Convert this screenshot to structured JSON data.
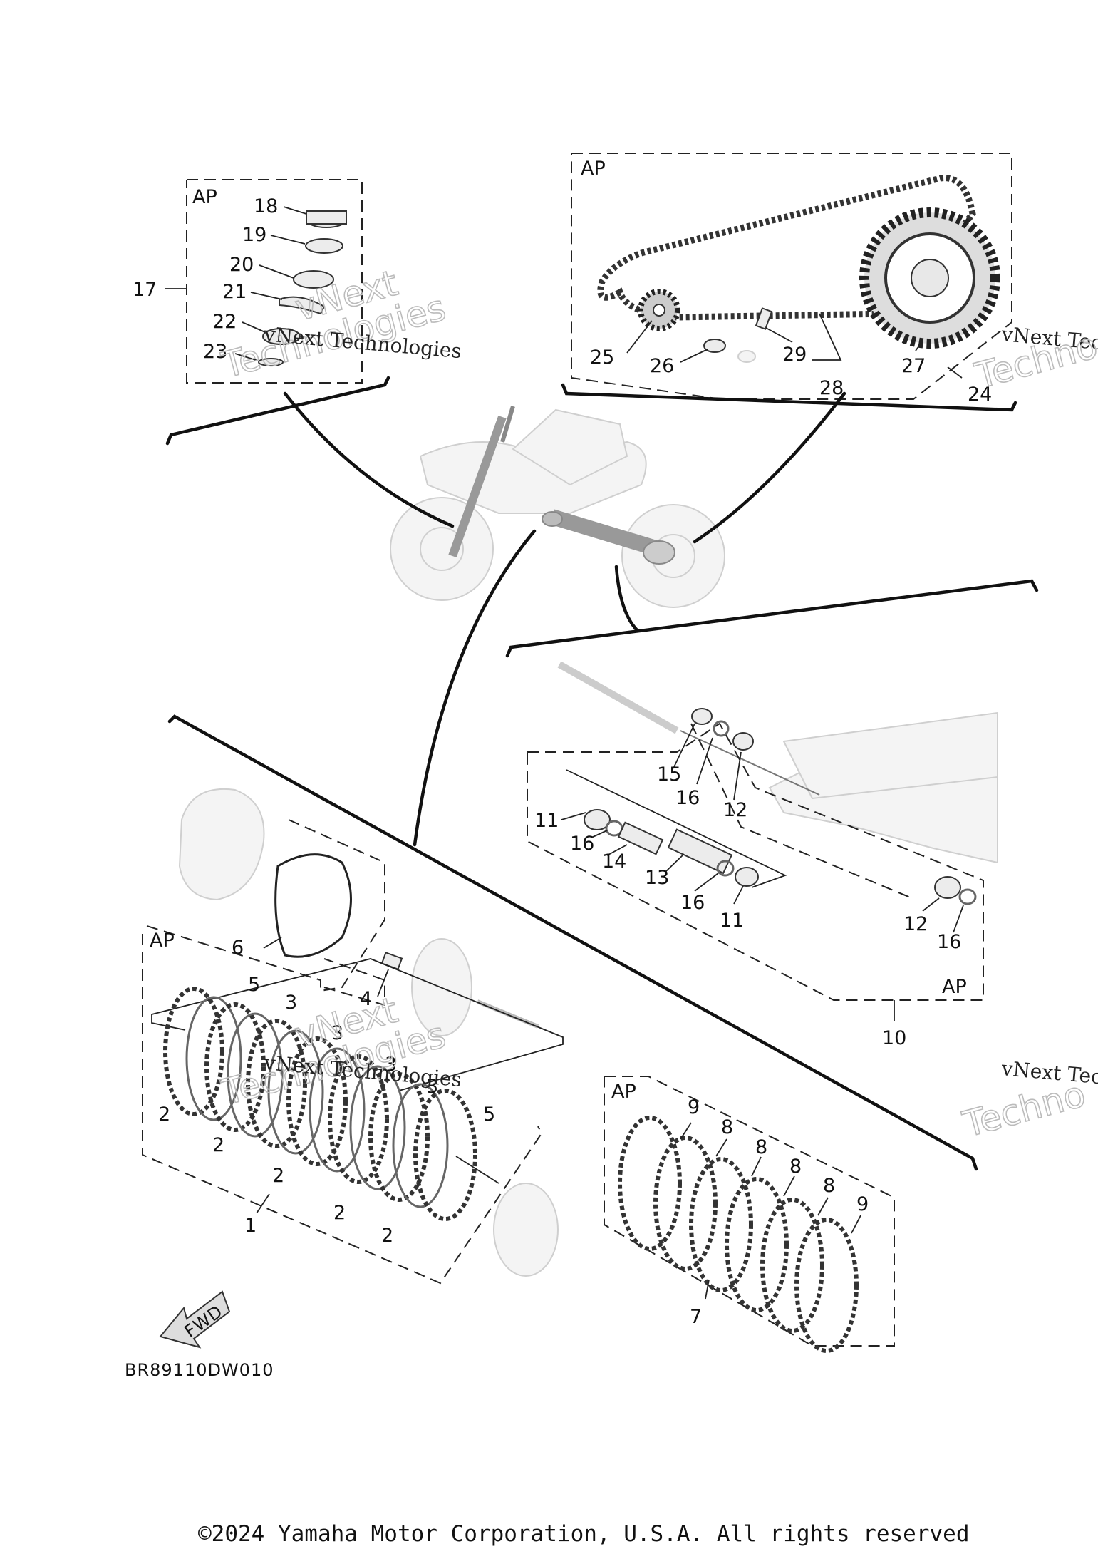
{
  "diagram": {
    "ap_label": "AP",
    "watermark": {
      "line1": "vNext Technologies",
      "outline_line1": "vNext",
      "outline_line2": "Technologies",
      "edge_line1": "vNext Tec",
      "edge_outline": "Techno"
    },
    "fwd_label": "FWD",
    "drawing_code": "BR89110DW010",
    "copyright": "©2024 Yamaha Motor Corporation, U.S.A. All rights reserved",
    "callouts": {
      "c1": "1",
      "c2": "2",
      "c3": "3",
      "c4": "4",
      "c5": "5",
      "c6": "6",
      "c7": "7",
      "c8": "8",
      "c9": "9",
      "c10": "10",
      "c11": "11",
      "c12": "12",
      "c13": "13",
      "c14": "14",
      "c15": "15",
      "c16": "16",
      "c17": "17",
      "c18": "18",
      "c19": "19",
      "c20": "20",
      "c21": "21",
      "c22": "22",
      "c23": "23",
      "c24": "24",
      "c25": "25",
      "c26": "26",
      "c27": "27",
      "c28": "28",
      "c29": "29"
    }
  }
}
